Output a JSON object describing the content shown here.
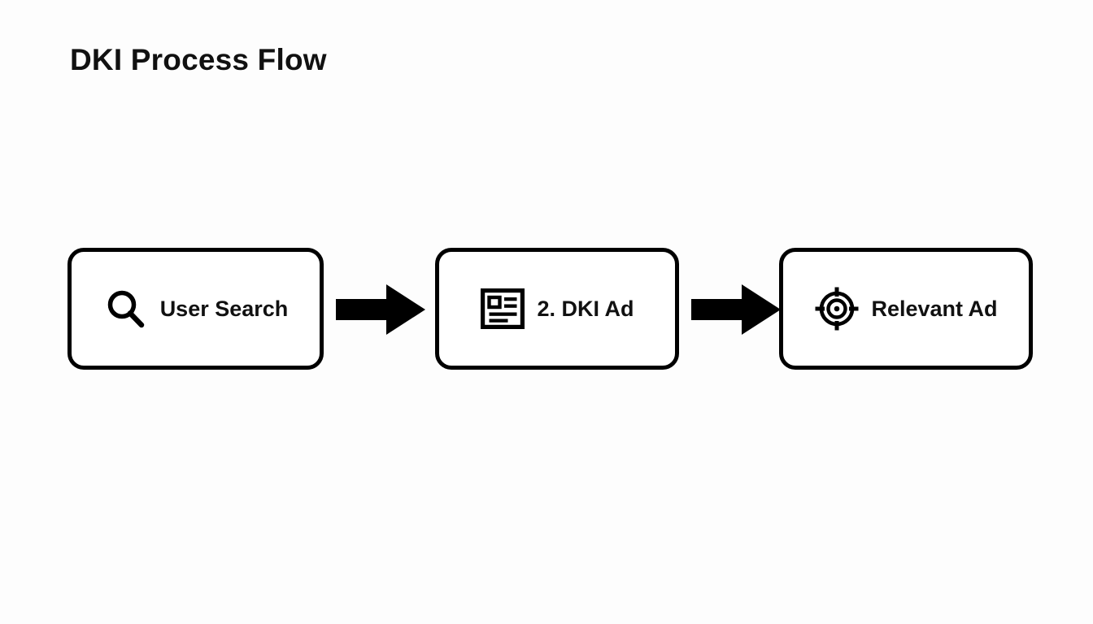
{
  "page": {
    "title": "DKI Process Flow",
    "background_color": "#fdfdfd",
    "stroke_color": "#000000",
    "text_color": "#111111"
  },
  "diagram": {
    "type": "process-flow",
    "orientation": "horizontal",
    "steps": [
      {
        "id": "user-search",
        "label": "User Search",
        "icon": "search-icon"
      },
      {
        "id": "dki-ad",
        "label": "2. DKI Ad",
        "icon": "news-article-icon"
      },
      {
        "id": "relevant-ad",
        "label": "Relevant Ad",
        "icon": "target-crosshair-icon"
      }
    ],
    "connectors": [
      {
        "id": "arrow-1",
        "icon": "arrow-right-icon",
        "from": "user-search",
        "to": "dki-ad"
      },
      {
        "id": "arrow-2",
        "icon": "arrow-right-icon",
        "from": "dki-ad",
        "to": "relevant-ad"
      }
    ]
  }
}
